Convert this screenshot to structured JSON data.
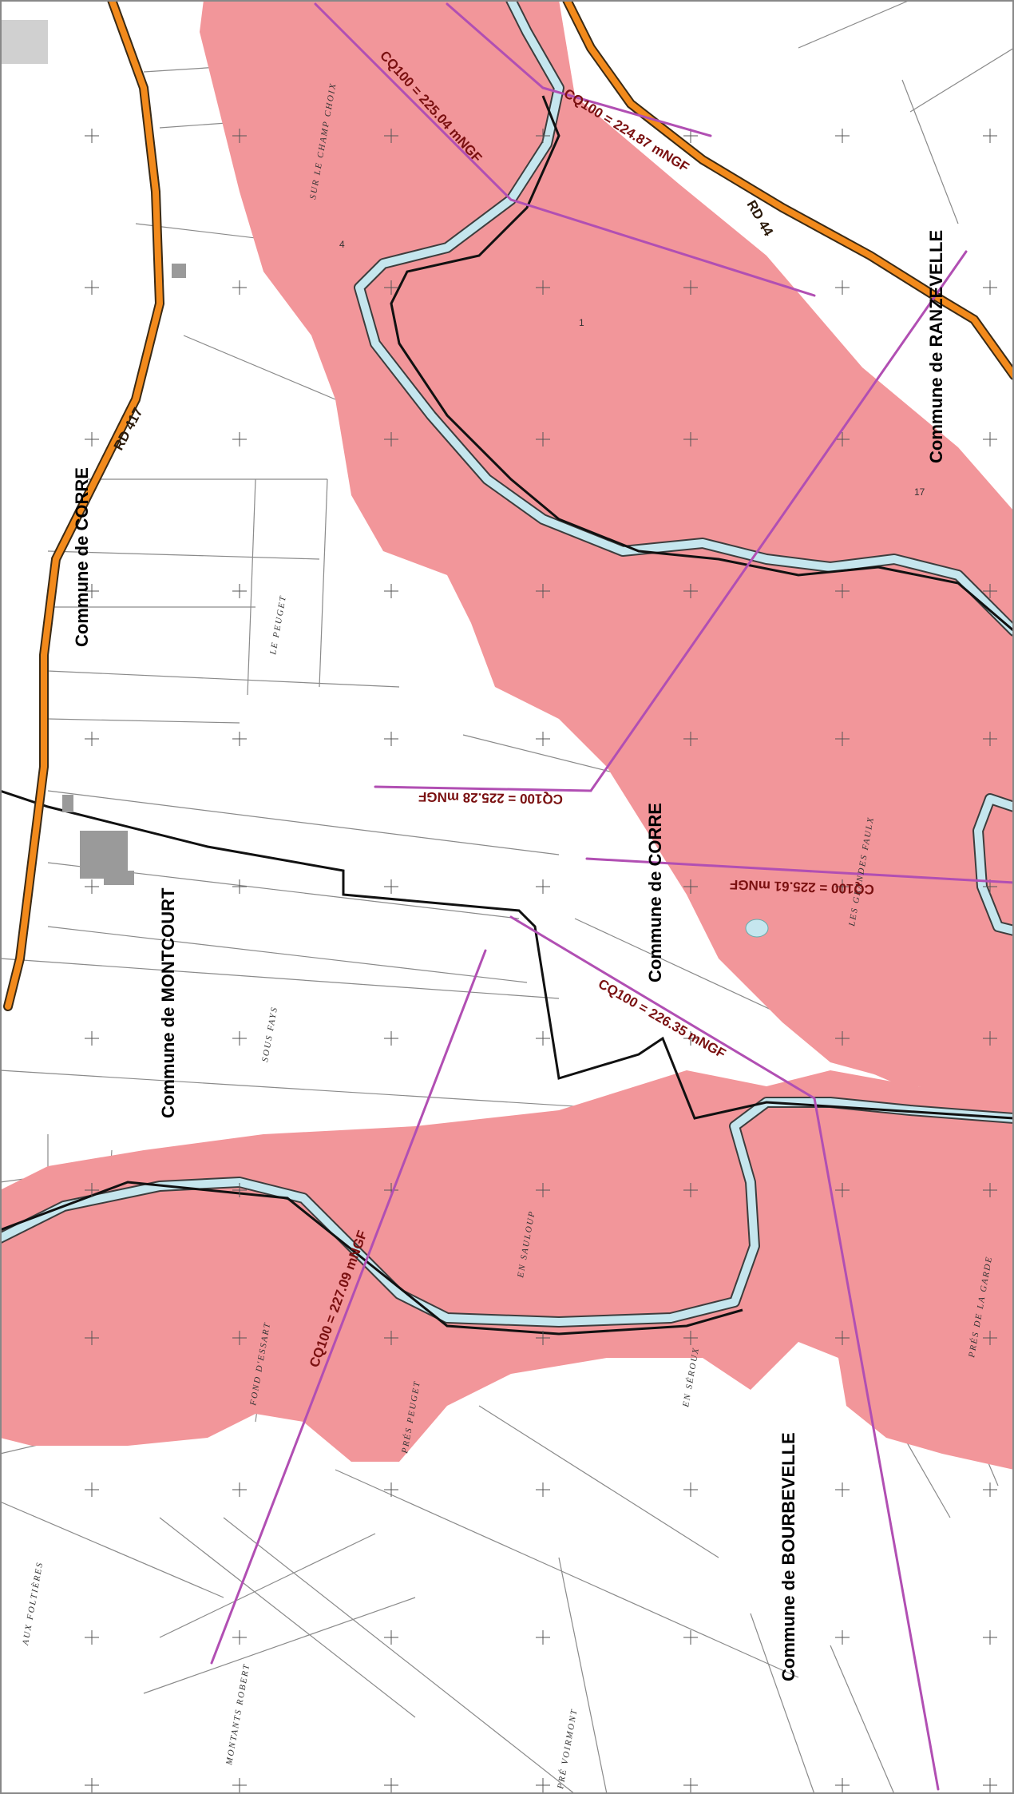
{
  "communes": {
    "corre_north": "Commune de CORRE",
    "corre_center": "Commune de CORRE",
    "montcourt": "Commune de MONTCOURT",
    "ranzevelle": "Commune de RANZEVELLE",
    "bourbevelle": "Commune de BOURBEVELLE"
  },
  "roads": {
    "rd417": "RD 417",
    "rd44": "RD 44"
  },
  "flood_levels": {
    "l1": "CQ100 = 225.04 mNGF",
    "l2": "CQ100 = 224.87 mNGF",
    "l3": "CQ100 = 225.28 mNGF",
    "l4": "CQ100 = 225.61 mNGF",
    "l5": "CQ100 = 226.35 mNGF",
    "l6": "CQ100 = 227.09 mNGF"
  },
  "lieux_dits": {
    "champ_choix": "SUR LE CHAMP CHOIX",
    "peuget": "LE PEUGET",
    "sous_fays": "SOUS FAYS",
    "grandes_faulx": "LES GRANDES FAULX",
    "sauloup": "EN SAULOUP",
    "fond_essart": "FOND D'ESSART",
    "pres_peuget": "PRÉS PEUGET",
    "en_seroux": "EN SÉROUX",
    "pres_garde": "PRÉS DE LA GARDE",
    "aux_foltieres": "AUX FOLTIÈRES",
    "montants_robert": "MONTANTS ROBERT",
    "pre_voirmont": "PRÉ VOIRMONT"
  },
  "parcel_numbers": {
    "n1": "1",
    "n17": "17",
    "n4": "4"
  },
  "colors": {
    "flood_zone": "#f2969a",
    "river": "#c5e6ee",
    "road": "#f28a1c",
    "cq_line": "#b14fb3",
    "boundary": "#111111"
  }
}
